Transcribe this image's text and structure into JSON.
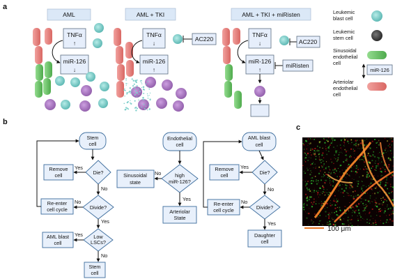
{
  "panel_labels": {
    "a": "a",
    "b": "b",
    "c": "c"
  },
  "panel_a": {
    "conditions": [
      "AML",
      "AML + TKI",
      "AML + TKI + miRisten"
    ],
    "tnf": "TNFα",
    "mir": "miR-126",
    "up": "↑",
    "down": "↓",
    "drug_tki": "AC220",
    "drug_miristen": "miRisten"
  },
  "legend": {
    "blast": "Leukemic blast cell",
    "stem": "Leukemic stem cell",
    "sinusoidal": "Sinusoidal endothelial cell",
    "mir": "miR-126",
    "arteriolar": "Arteriolar endothelial cell"
  },
  "panel_b": {
    "stem": {
      "start": "Stem cell",
      "die": "Die?",
      "remove": "Remove cell",
      "divide": "Divide?",
      "reenter": "Re-enter cell cycle",
      "low": "Low LSCs?",
      "blast": "AML blast cell",
      "end": "Stem cell"
    },
    "endo": {
      "start": "Endothelial cell",
      "q": "high miR-126?",
      "sin": "Sinusoidal state",
      "art": "Arteriolar State"
    },
    "blast": {
      "start": "AML blast cell",
      "die": "Die?",
      "remove": "Remove cell",
      "divide": "Divide?",
      "reenter": "Re-enter cell cycle",
      "daughter": "Daughter cell"
    },
    "yes": "Yes",
    "no": "No"
  },
  "panel_c": {
    "scalebar": "100 μm"
  },
  "colors": {
    "blast": "#7fcfcb",
    "stem": "#3a3a3a",
    "sinusoidal": "#6cc26a",
    "arteriolar": "#e07b78",
    "purple": "#a874c0",
    "flow_stroke": "#3c6c9c",
    "scalebar": "#e87722"
  }
}
